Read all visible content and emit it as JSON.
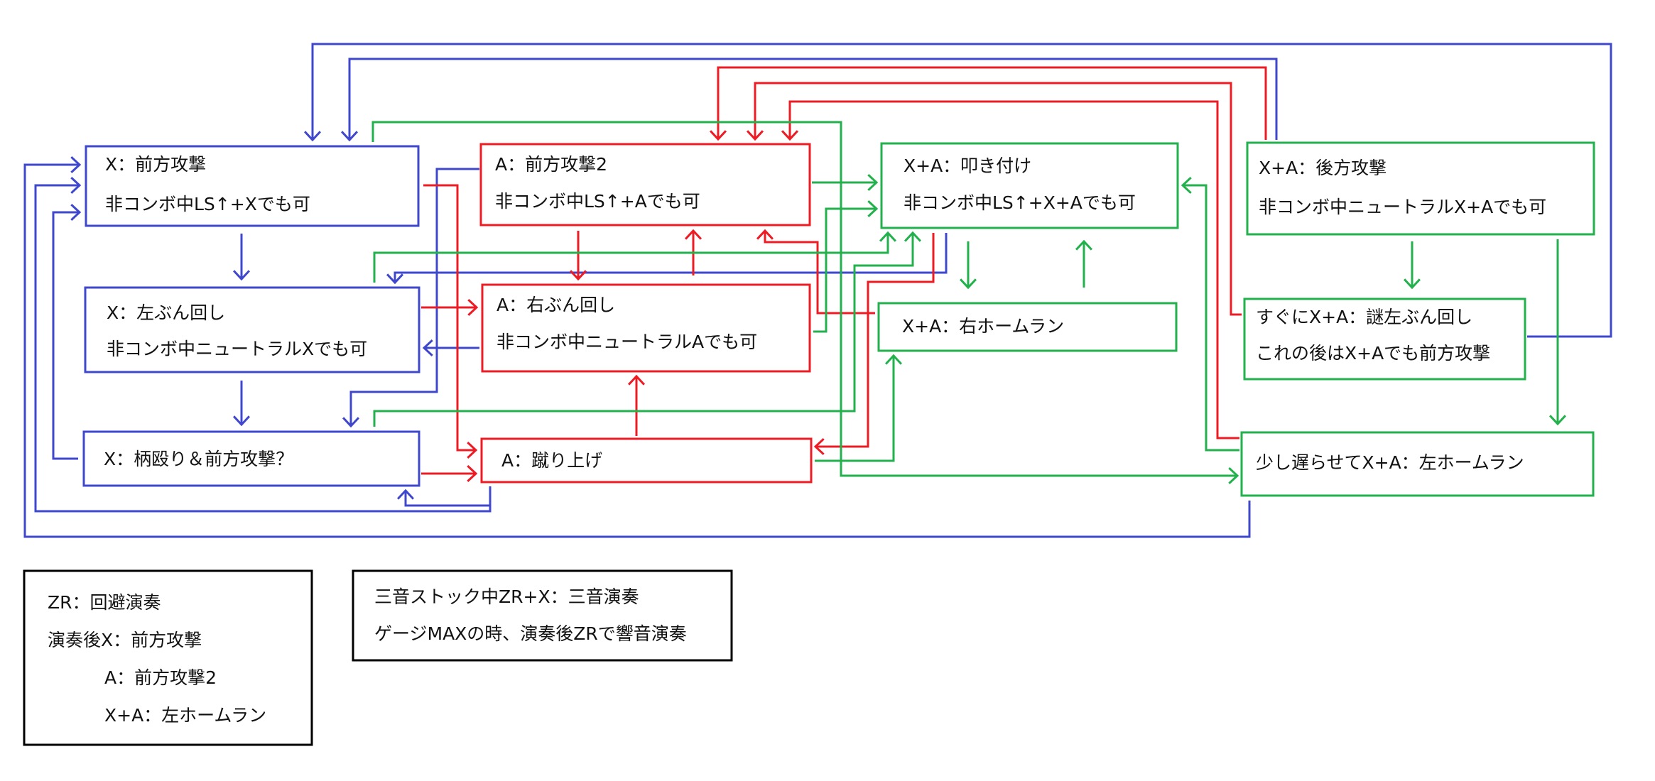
{
  "colors": {
    "x_moves": "#3F48CC",
    "a_moves": "#ED1C24",
    "xa_moves": "#22B14C",
    "legend_border": "#000000",
    "text": "#111111"
  },
  "nodes": {
    "x_forward": {
      "color_key": "x_moves",
      "lines": [
        "X：前方攻撃",
        "非コンボ中LS↑+Xでも可"
      ]
    },
    "x_left_swing": {
      "color_key": "x_moves",
      "lines": [
        "X：左ぶん回し",
        "非コンボ中ニュートラルXでも可"
      ]
    },
    "x_pommel": {
      "color_key": "x_moves",
      "lines": [
        "X：柄殴り＆前方攻撃？"
      ]
    },
    "a_forward2": {
      "color_key": "a_moves",
      "lines": [
        "A：前方攻撃2",
        "非コンボ中LS↑+Aでも可"
      ]
    },
    "a_right_swing": {
      "color_key": "a_moves",
      "lines": [
        "A：右ぶん回し",
        "非コンボ中ニュートラルAでも可"
      ]
    },
    "a_kick_up": {
      "color_key": "a_moves",
      "lines": [
        "A：蹴り上げ"
      ]
    },
    "xa_slam": {
      "color_key": "xa_moves",
      "lines": [
        "X+A：叩き付け",
        "非コンボ中LS↑+X+Aでも可"
      ]
    },
    "xa_right_homerun": {
      "color_key": "xa_moves",
      "lines": [
        "X+A：右ホームラン"
      ]
    },
    "xa_back_attack": {
      "color_key": "xa_moves",
      "lines": [
        "X+A：後方攻撃",
        "非コンボ中ニュートラルX+Aでも可"
      ]
    },
    "xa_mystery_swing": {
      "color_key": "xa_moves",
      "lines": [
        "すぐにX+A：謎左ぶん回し",
        "これの後はX+Aでも前方攻撃"
      ]
    },
    "xa_left_homerun": {
      "color_key": "xa_moves",
      "lines": [
        "少し遅らせてX+A：左ホームラン"
      ]
    }
  },
  "edges": [
    {
      "from": "x_forward",
      "to": "x_left_swing",
      "color_key": "x_moves"
    },
    {
      "from": "x_left_swing",
      "to": "x_pommel",
      "color_key": "x_moves"
    },
    {
      "from": "x_pommel",
      "to": "x_forward",
      "color_key": "x_moves"
    },
    {
      "from": "a_kick_up",
      "to": "x_forward",
      "color_key": "x_moves"
    },
    {
      "from": "xa_left_homerun",
      "to": "x_forward",
      "color_key": "x_moves"
    },
    {
      "from": "xa_back_attack",
      "to": "x_forward",
      "color_key": "x_moves"
    },
    {
      "from": "xa_mystery_swing",
      "to": "x_forward",
      "color_key": "x_moves"
    },
    {
      "from": "a_forward2",
      "to": "x_pommel",
      "color_key": "x_moves"
    },
    {
      "from": "a_right_swing",
      "to": "x_left_swing",
      "color_key": "x_moves"
    },
    {
      "from": "xa_slam",
      "to": "x_left_swing",
      "color_key": "x_moves"
    },
    {
      "from": "a_kick_up",
      "to": "x_pommel",
      "color_key": "x_moves"
    },
    {
      "from": "x_forward",
      "to": "a_kick_up",
      "color_key": "a_moves"
    },
    {
      "from": "x_left_swing",
      "to": "a_right_swing",
      "color_key": "a_moves"
    },
    {
      "from": "x_pommel",
      "to": "a_kick_up",
      "color_key": "a_moves"
    },
    {
      "from": "a_forward2",
      "to": "a_right_swing",
      "color_key": "a_moves"
    },
    {
      "from": "a_right_swing",
      "to": "a_forward2",
      "color_key": "a_moves"
    },
    {
      "from": "a_kick_up",
      "to": "a_right_swing",
      "color_key": "a_moves"
    },
    {
      "from": "xa_right_homerun",
      "to": "a_forward2",
      "color_key": "a_moves"
    },
    {
      "from": "xa_slam",
      "to": "a_kick_up",
      "color_key": "a_moves"
    },
    {
      "from": "xa_back_attack",
      "to": "a_forward2",
      "color_key": "a_moves"
    },
    {
      "from": "xa_mystery_swing",
      "to": "a_forward2",
      "color_key": "a_moves"
    },
    {
      "from": "xa_left_homerun",
      "to": "a_forward2",
      "color_key": "a_moves"
    },
    {
      "from": "x_forward",
      "to": "xa_left_homerun",
      "color_key": "xa_moves"
    },
    {
      "from": "x_left_swing",
      "to": "xa_slam",
      "color_key": "xa_moves"
    },
    {
      "from": "x_pommel",
      "to": "xa_slam",
      "color_key": "xa_moves"
    },
    {
      "from": "a_forward2",
      "to": "xa_slam",
      "color_key": "xa_moves"
    },
    {
      "from": "a_right_swing",
      "to": "xa_slam",
      "color_key": "xa_moves"
    },
    {
      "from": "a_kick_up",
      "to": "xa_right_homerun",
      "color_key": "xa_moves"
    },
    {
      "from": "xa_slam",
      "to": "xa_right_homerun",
      "color_key": "xa_moves"
    },
    {
      "from": "xa_right_homerun",
      "to": "xa_slam",
      "color_key": "xa_moves"
    },
    {
      "from": "xa_left_homerun",
      "to": "xa_slam",
      "color_key": "xa_moves"
    },
    {
      "from": "xa_back_attack",
      "to": "xa_mystery_swing",
      "color_key": "xa_moves"
    },
    {
      "from": "xa_back_attack",
      "to": "xa_left_homerun",
      "color_key": "xa_moves"
    }
  ],
  "legend_performance": {
    "lines": [
      "ZR：回避演奏",
      "演奏後X：前方攻撃",
      "A：前方攻撃2",
      "X+A：左ホームラン"
    ]
  },
  "legend_special": {
    "lines": [
      "三音ストック中ZR+X：三音演奏",
      "ゲージMAXの時、演奏後ZRで響音演奏"
    ]
  }
}
